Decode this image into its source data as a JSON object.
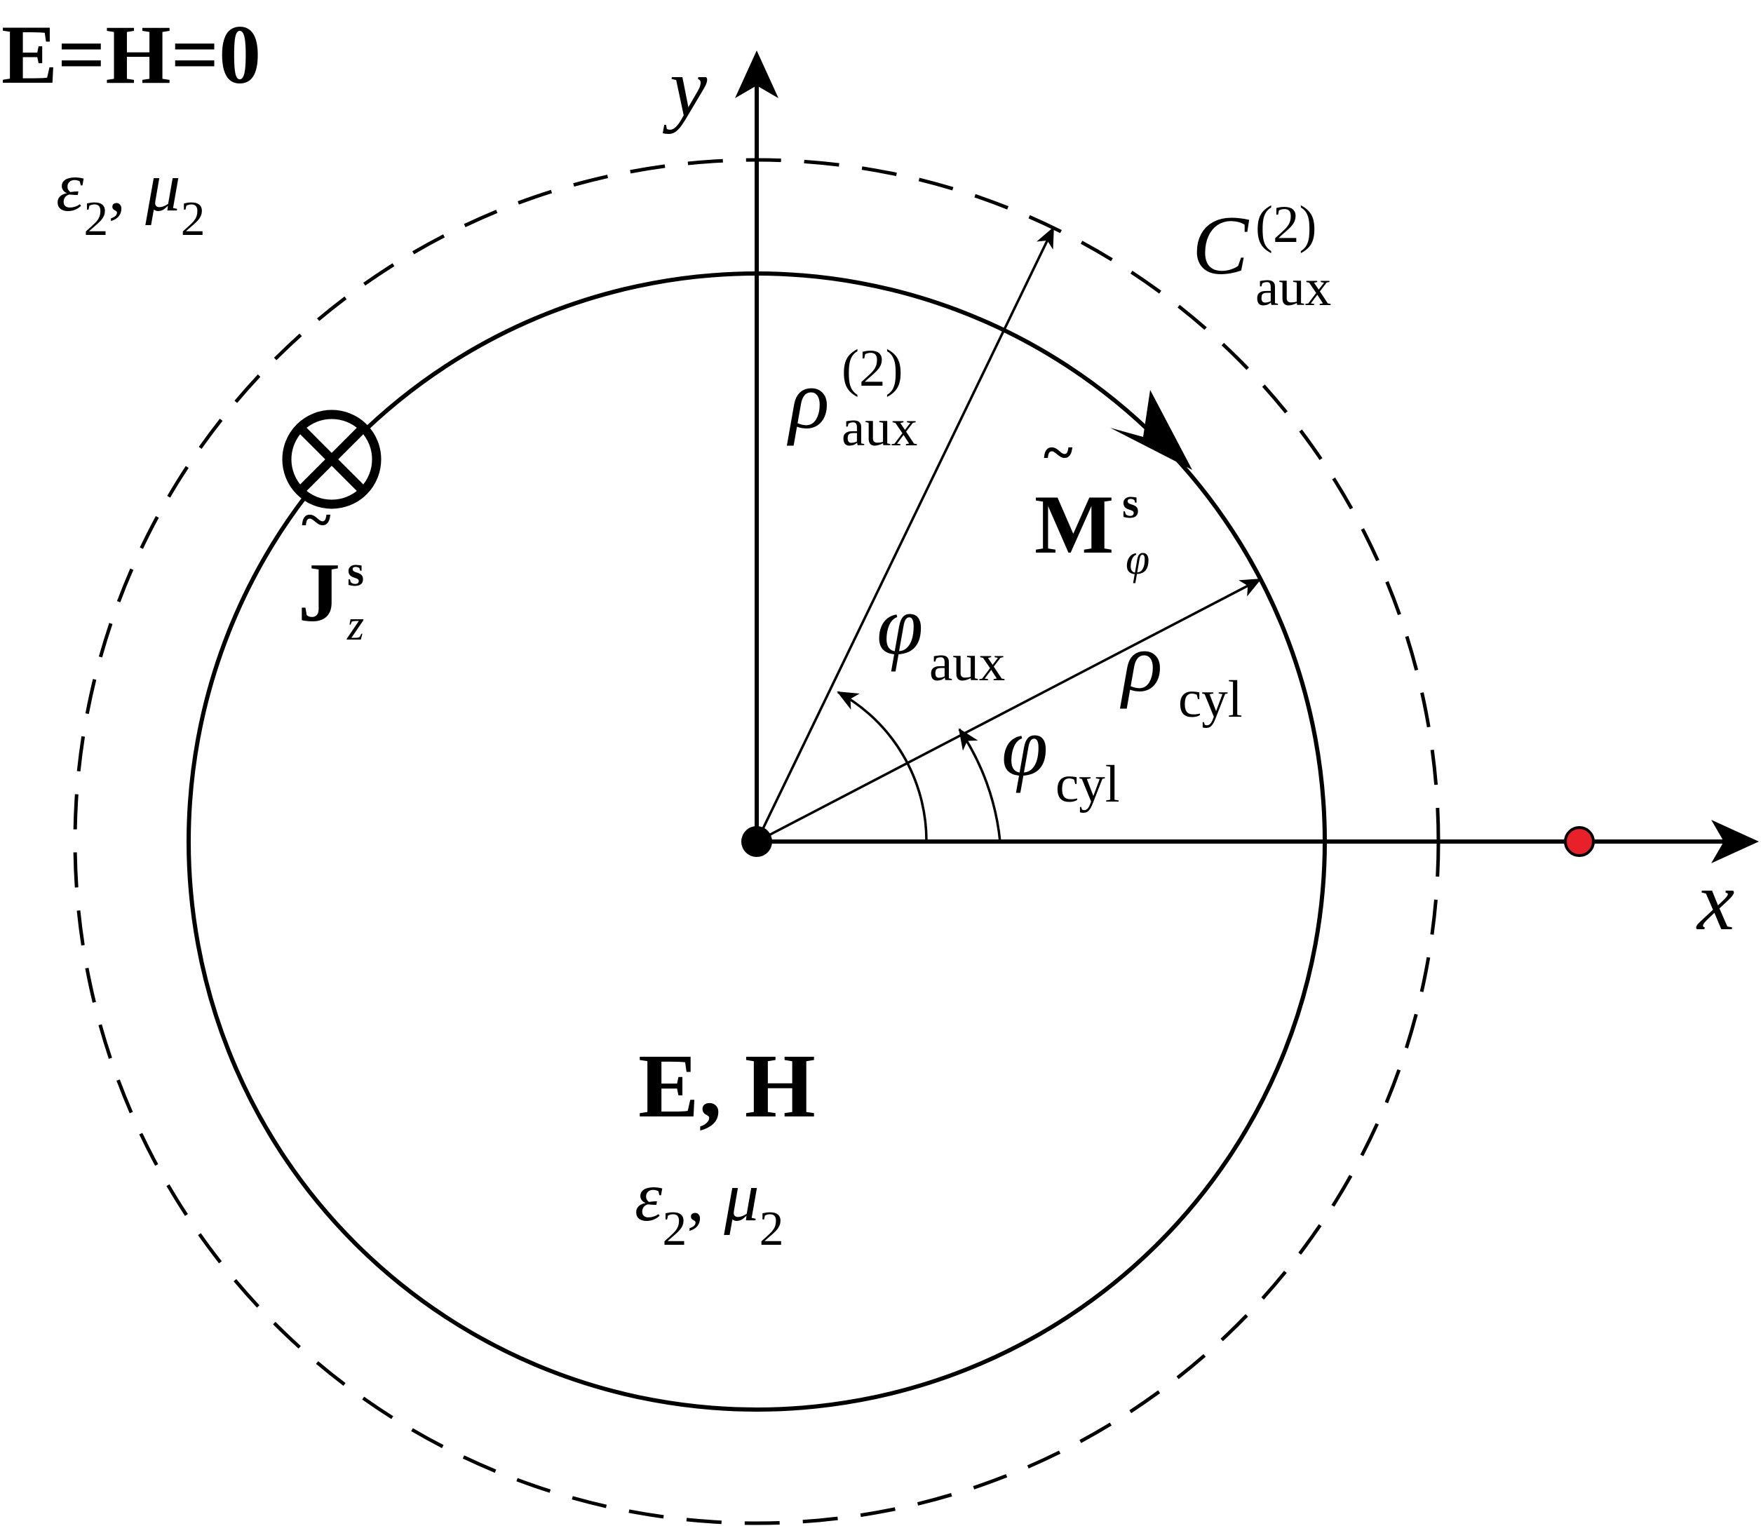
{
  "labels": {
    "outer_fields": "E=H=0",
    "outer_medium": {
      "eps": "ε",
      "eps_sub": "2",
      "sep": ",",
      "mu": "μ",
      "mu_sub": "2"
    },
    "inner_fields": "E, H",
    "inner_medium": {
      "eps": "ε",
      "eps_sub": "2",
      "sep": ",",
      "mu": "μ",
      "mu_sub": "2"
    },
    "axis_y": "y",
    "axis_x": "x",
    "aux_contour": {
      "main": "C",
      "sup": "(2)",
      "sub": "aux"
    },
    "rho_aux": {
      "main": "ρ",
      "sup": "(2)",
      "sub": "aux"
    },
    "rho_cyl": {
      "main": "ρ",
      "sub": "cyl"
    },
    "phi_aux": {
      "main": "φ",
      "sub": "aux"
    },
    "phi_cyl": {
      "main": "φ",
      "sub": "cyl"
    },
    "magnetic_current": {
      "tilde": "~",
      "main": "M",
      "sup": "s",
      "sub": "φ"
    },
    "electric_current": {
      "tilde": "~",
      "main": "J",
      "sup": "s",
      "sub": "z"
    }
  },
  "colors": {
    "stroke": "#000000",
    "observation_point": "#e8202a",
    "background": "#ffffff"
  },
  "icons": {
    "current_into_page": "circle-cross-icon",
    "observation_point": "red-dot-icon",
    "origin": "black-dot-icon"
  }
}
